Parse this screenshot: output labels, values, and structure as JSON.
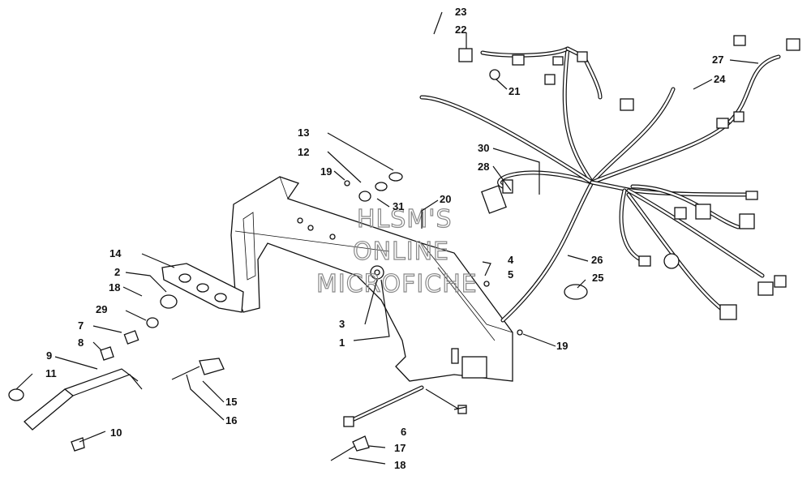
{
  "watermark": [
    "HLSM'S",
    "ONLINE",
    "MICROFICHE"
  ],
  "callouts": [
    "1",
    "2",
    "3",
    "4",
    "5",
    "6",
    "7",
    "8",
    "9",
    "10",
    "11",
    "12",
    "13",
    "14",
    "15",
    "16",
    "17",
    "18",
    "18",
    "19",
    "19",
    "20",
    "21",
    "22",
    "23",
    "24",
    "25",
    "26",
    "27",
    "28",
    "29",
    "30",
    "31"
  ]
}
